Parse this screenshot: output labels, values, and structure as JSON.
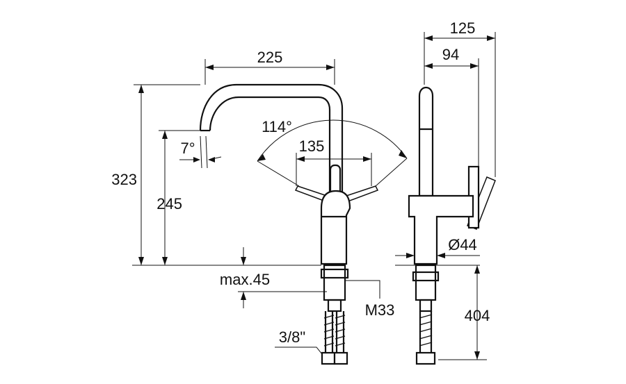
{
  "dimensions": {
    "spout_reach": "225",
    "total_depth": "125",
    "body_depth": "94",
    "handle_angle": "114°",
    "handle_span": "135",
    "spout_tilt": "7°",
    "total_height": "323",
    "spout_height": "245",
    "counter_thickness": "max.45",
    "thread": "M33",
    "hose_connector": "3/8\"",
    "body_diameter": "Ø44",
    "hose_length": "404"
  }
}
